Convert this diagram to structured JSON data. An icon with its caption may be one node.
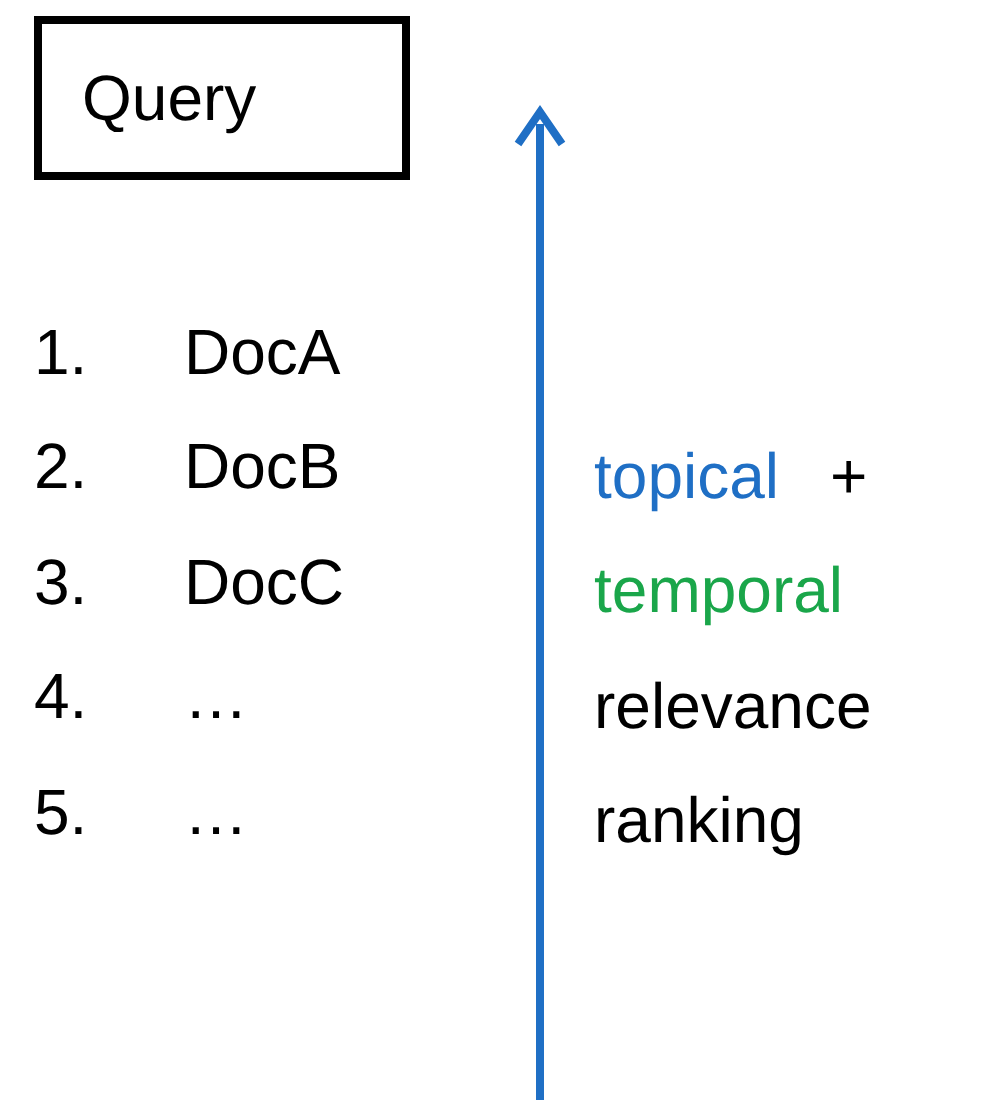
{
  "diagram": {
    "nodes": [
      {
        "text": [
          "Query"
        ]
      }
    ],
    "labels": [
      "1.",
      "DocA",
      "2.",
      "DocB",
      "3.",
      "DocC",
      "4.",
      "…",
      "5.",
      "…",
      "topical",
      "+",
      "temporal",
      "relevance",
      "ranking"
    ]
  }
}
